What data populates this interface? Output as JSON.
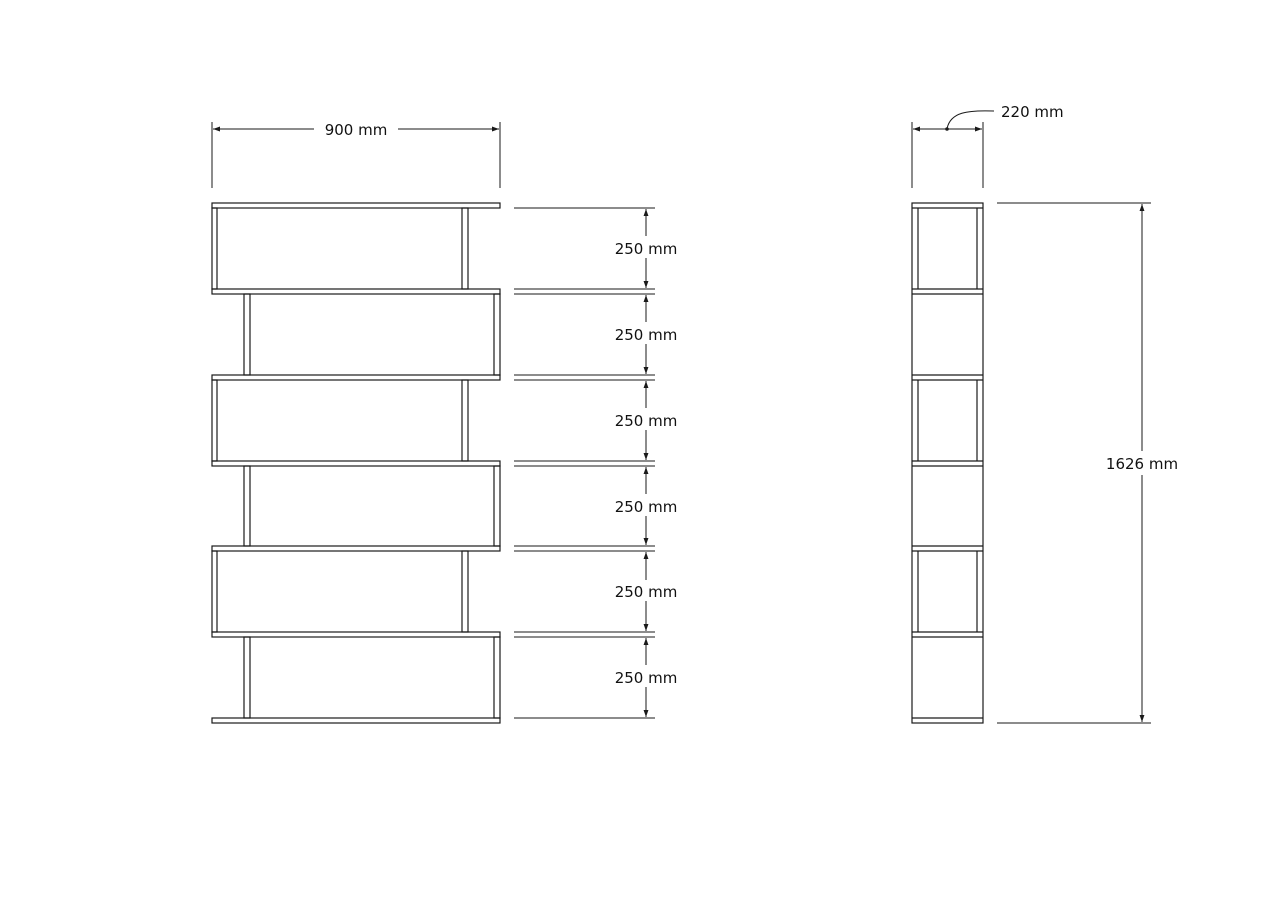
{
  "front_view": {
    "width_label": "900 mm",
    "shelf_spacing_labels": [
      "250 mm",
      "250 mm",
      "250 mm",
      "250 mm",
      "250 mm",
      "250 mm"
    ]
  },
  "side_view": {
    "depth_label": "220 mm",
    "height_label": "1626 mm"
  },
  "colors": {
    "line": "#1a1a1a",
    "background": "#ffffff"
  }
}
